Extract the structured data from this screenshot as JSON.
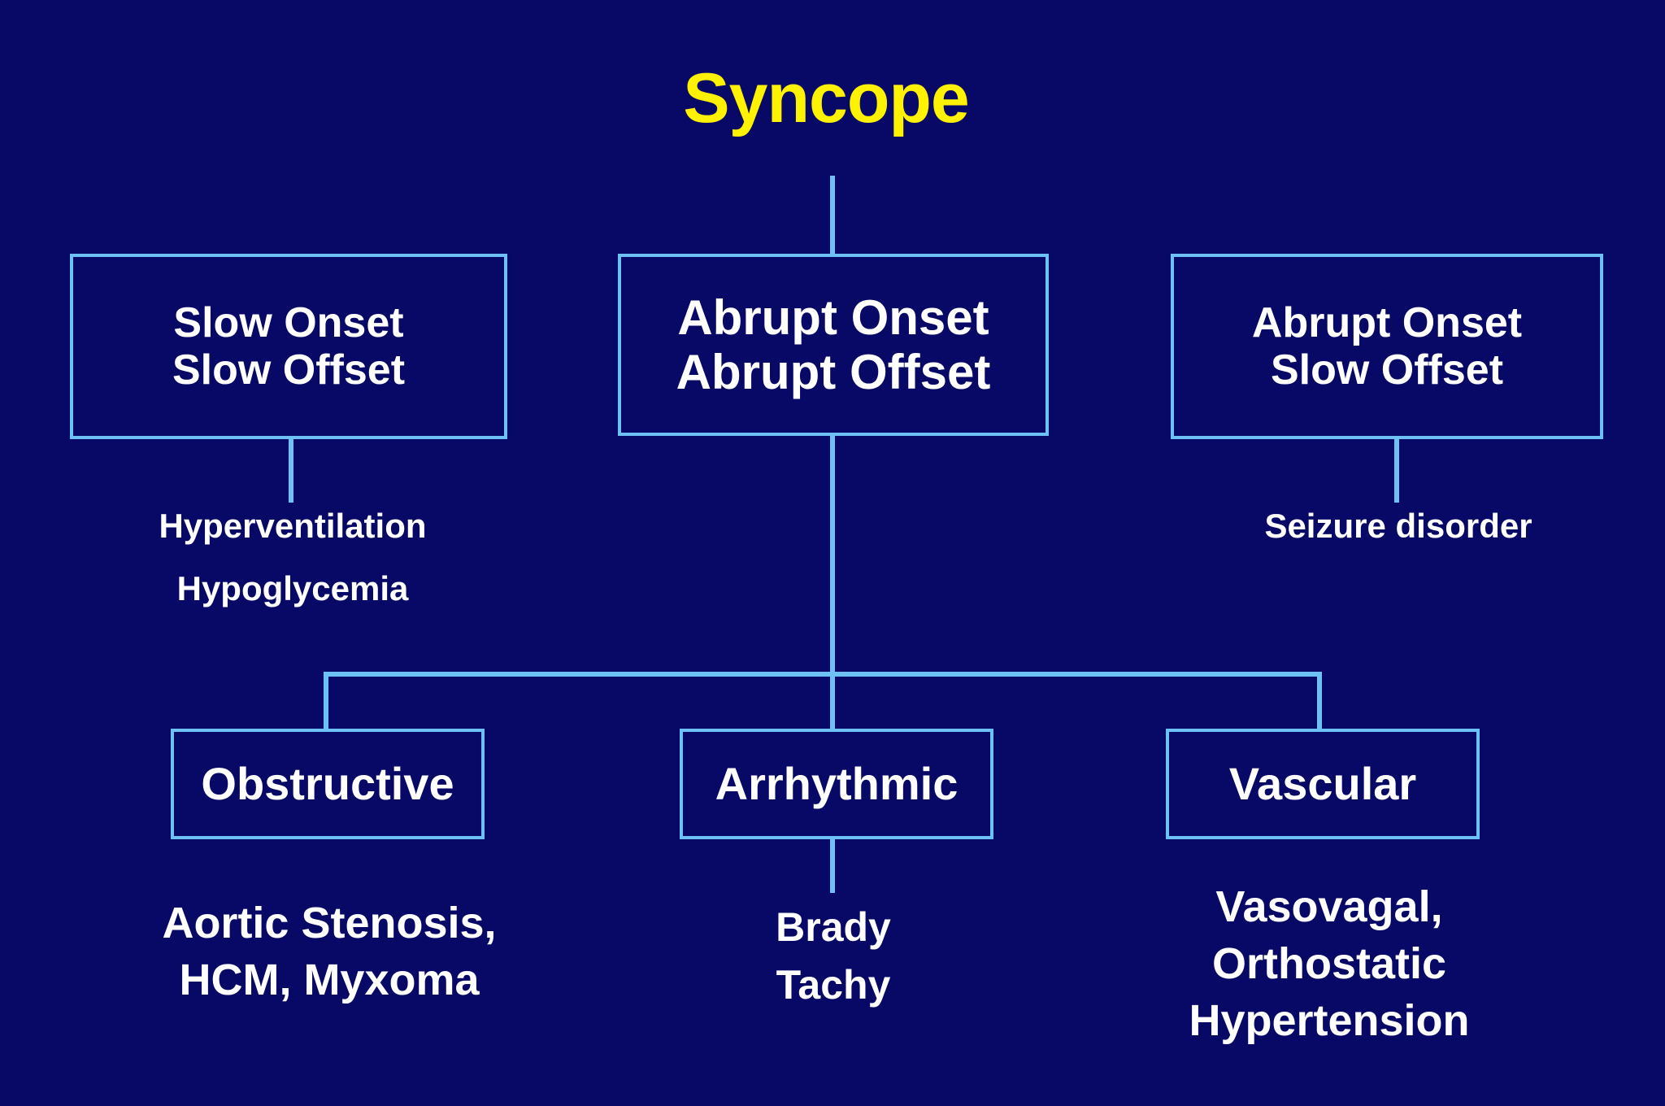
{
  "page": {
    "title": "Syncope",
    "background_color": "#080866",
    "title_color": "#FFF200",
    "line_color": "#6EC1F5",
    "text_color": "#FFFFFF"
  },
  "diagram": {
    "type": "flowchart",
    "root": "Syncope",
    "top_row": [
      {
        "name": "slow-onset-slow-offset",
        "line1": "Slow Onset",
        "line2": "Slow Offset"
      },
      {
        "name": "abrupt-onset-abrupt-offset",
        "line1": "Abrupt Onset",
        "line2": "Abrupt Offset"
      },
      {
        "name": "abrupt-onset-slow-offset",
        "line1": "Abrupt Onset",
        "line2": "Slow Offset"
      }
    ],
    "top_row_notes": [
      {
        "name": "slow-onset-examples",
        "line1": "Hyperventilation",
        "line2": "Hypoglycemia"
      },
      {
        "name": "abrupt-slow-examples",
        "line1": "Seizure disorder",
        "line2": ""
      }
    ],
    "bottom_row": [
      {
        "name": "obstructive",
        "label": "Obstructive"
      },
      {
        "name": "arrhythmic",
        "label": "Arrhythmic"
      },
      {
        "name": "vascular",
        "label": "Vascular"
      }
    ],
    "bottom_row_notes": [
      {
        "name": "obstructive-examples",
        "line1": "Aortic Stenosis,",
        "line2": "HCM, Myxoma",
        "line3": ""
      },
      {
        "name": "arrhythmic-examples",
        "line1": "Brady",
        "line2": "Tachy",
        "line3": ""
      },
      {
        "name": "vascular-examples",
        "line1": "Vasovagal,",
        "line2": "Orthostatic",
        "line3": "Hypertension"
      }
    ]
  }
}
